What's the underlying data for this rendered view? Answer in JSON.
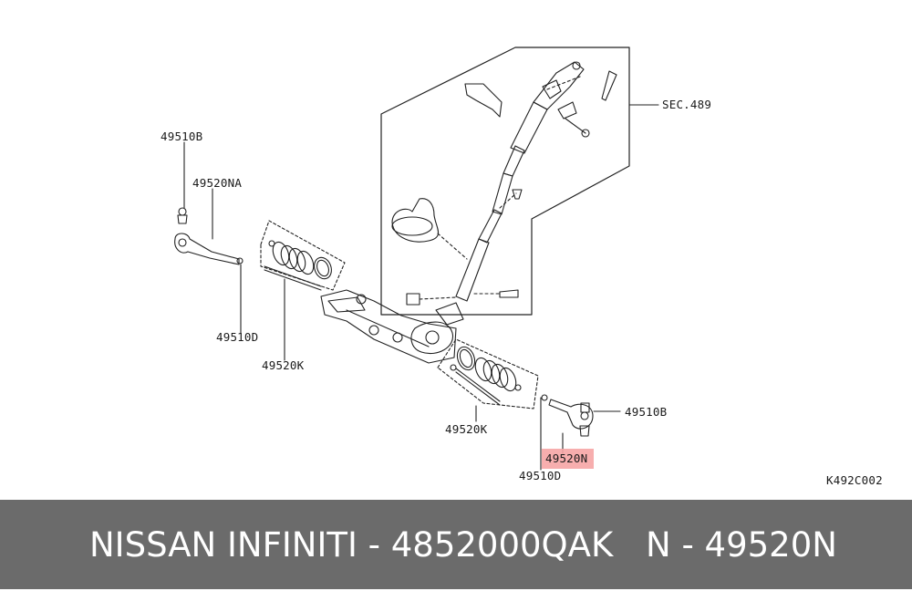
{
  "diagram": {
    "labels": {
      "sec_489": "SEC.489",
      "p_49510B_top": "49510B",
      "p_49520NA": "49520NA",
      "p_49510D_left": "49510D",
      "p_49520K_left": "49520K",
      "p_49520K_right": "49520K",
      "p_49510B_right": "49510B",
      "p_49520N": "49520N",
      "p_49510D_right": "49510D",
      "diagram_code": "K492C002"
    },
    "highlight_color": "#f6a5a5"
  },
  "footer": {
    "brand": "NISSAN  INFINITI - 4852000QAK",
    "part": "N - 49520N",
    "background": "#6b6b6b",
    "text_color": "#ffffff"
  }
}
